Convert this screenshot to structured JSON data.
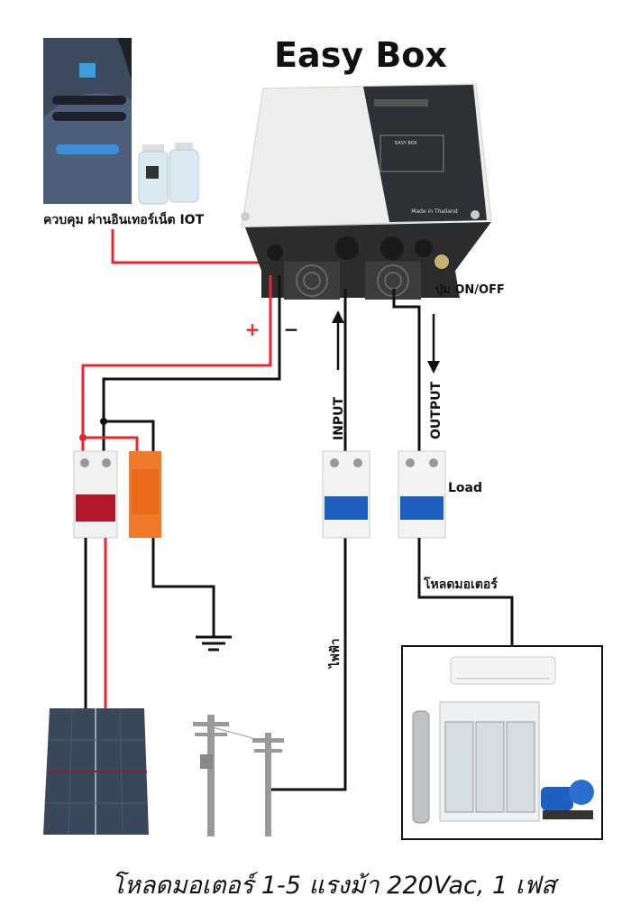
{
  "title": "Easy Box",
  "iot_caption": "ควบคุม ผ่านอินเทอร์เน็ต IOT",
  "power_button_label": "ปุ่ม ON/OFF",
  "plus_label": "+",
  "minus_label": "−",
  "input_label": "INPUT",
  "output_label": "OUTPUT",
  "load_label": "Load",
  "grid_label": "ไฟฟ้า",
  "motor_load_label": "โหลดมอเตอร์",
  "panel_text": "Made in Thailand",
  "panel_model": "EASY BOX",
  "footer": "โหลดมอเตอร์ 1-5 แรงม้า 220Vac, 1 เฟส",
  "colors": {
    "dc_positive": "#e8262b",
    "wire": "#111111",
    "breaker_blue": "#1f5fbf",
    "spd_orange": "#f07a2a",
    "dc_breaker_red": "#b3182a"
  }
}
